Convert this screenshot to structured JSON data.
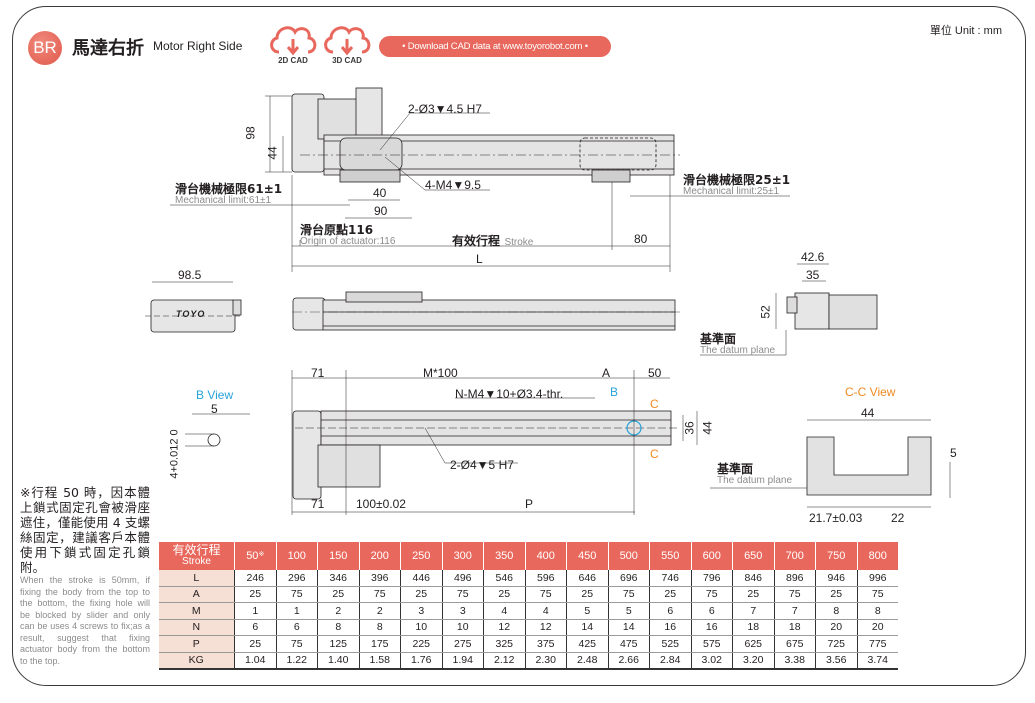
{
  "header": {
    "badge": "BR",
    "title_zh": "馬達右折",
    "title_en": "Motor Right Side",
    "cad_buttons": [
      {
        "label": "2D CAD",
        "icon": "cloud-download-icon"
      },
      {
        "label": "3D CAD",
        "icon": "cloud-download-icon"
      }
    ],
    "download_text": "• Download CAD data at www.toyorobot.com •",
    "unit": "單位 Unit : mm",
    "brand_color": "#e8685d"
  },
  "top_view": {
    "dim_98": "98",
    "dim_44": "44",
    "callout_pin": "2-Ø3▼4.5 H7",
    "callout_screw": "4-M4▼9.5",
    "dim_40": "40",
    "dim_90": "90",
    "mech_limit_left_zh": "滑台機械極限61±1",
    "mech_limit_left_en": "Mechanical limit:61±1",
    "mech_limit_right_zh": "滑台機械極限25±1",
    "mech_limit_right_en": "Mechanical limit:25±1",
    "origin_zh": "滑台原點116",
    "origin_en": "Origin of actuator:116",
    "stroke_zh": "有效行程",
    "stroke_en": "Stroke",
    "dim_80": "80",
    "dim_L": "L"
  },
  "side_views": {
    "dim_98_5": "98.5",
    "logo_text": "TOYO",
    "dim_42_6": "42.6",
    "dim_35": "35",
    "dim_52": "52",
    "datum_zh": "基準面",
    "datum_en": "The datum plane"
  },
  "bottom_view": {
    "b_view_title": "B View",
    "b_dim_5": "5",
    "b_dim_tol": "4+0.012 0",
    "dim_71_top": "71",
    "dim_M100": "M*100",
    "dim_A": "A",
    "dim_50": "50",
    "callout_thread": "N-M4▼10+Ø3.4-thr.",
    "label_B": "B",
    "label_C1": "C",
    "label_C2": "C",
    "dim_36": "36",
    "dim_44": "44",
    "callout_pin": "2-Ø4▼5 H7",
    "dim_71_bottom": "71",
    "dim_100": "100±0.02",
    "dim_P": "P"
  },
  "cc_view": {
    "title": "C-C View",
    "dim_44": "44",
    "dim_5": "5",
    "datum_zh": "基準面",
    "datum_en": "The datum plane",
    "dim_21_7": "21.7±0.03",
    "dim_22": "22"
  },
  "note": {
    "zh": "※行程 50 時，因本體上鎖式固定孔會被滑座遮住，僅能使用 4 支螺絲固定，建議客戶本體使用下鎖式固定孔鎖附。",
    "en": "When the stroke is 50mm, if fixing the body from the top to the bottom, the fixing hole will be blocked by slider and only can be uses 4 screws to fix;as a result, suggest that fixing actuator body from the bottom to the top."
  },
  "table": {
    "header_zh": "有效行程",
    "header_en": "Stroke",
    "strokes": [
      "50",
      "100",
      "150",
      "200",
      "250",
      "300",
      "350",
      "400",
      "450",
      "500",
      "550",
      "600",
      "650",
      "700",
      "750",
      "800"
    ],
    "first_stroke_mark": "※",
    "rows": [
      {
        "label": "L",
        "values": [
          "246",
          "296",
          "346",
          "396",
          "446",
          "496",
          "546",
          "596",
          "646",
          "696",
          "746",
          "796",
          "846",
          "896",
          "946",
          "996"
        ]
      },
      {
        "label": "A",
        "values": [
          "25",
          "75",
          "25",
          "75",
          "25",
          "75",
          "25",
          "75",
          "25",
          "75",
          "25",
          "75",
          "25",
          "75",
          "25",
          "75"
        ]
      },
      {
        "label": "M",
        "values": [
          "1",
          "1",
          "2",
          "2",
          "3",
          "3",
          "4",
          "4",
          "5",
          "5",
          "6",
          "6",
          "7",
          "7",
          "8",
          "8"
        ]
      },
      {
        "label": "N",
        "values": [
          "6",
          "6",
          "8",
          "8",
          "10",
          "10",
          "12",
          "12",
          "14",
          "14",
          "16",
          "16",
          "18",
          "18",
          "20",
          "20"
        ]
      },
      {
        "label": "P",
        "values": [
          "25",
          "75",
          "125",
          "175",
          "225",
          "275",
          "325",
          "375",
          "425",
          "475",
          "525",
          "575",
          "625",
          "675",
          "725",
          "775"
        ]
      },
      {
        "label": "KG",
        "values": [
          "1.04",
          "1.22",
          "1.40",
          "1.58",
          "1.76",
          "1.94",
          "2.12",
          "2.30",
          "2.48",
          "2.66",
          "2.84",
          "3.02",
          "3.20",
          "3.38",
          "3.56",
          "3.74"
        ]
      }
    ]
  }
}
